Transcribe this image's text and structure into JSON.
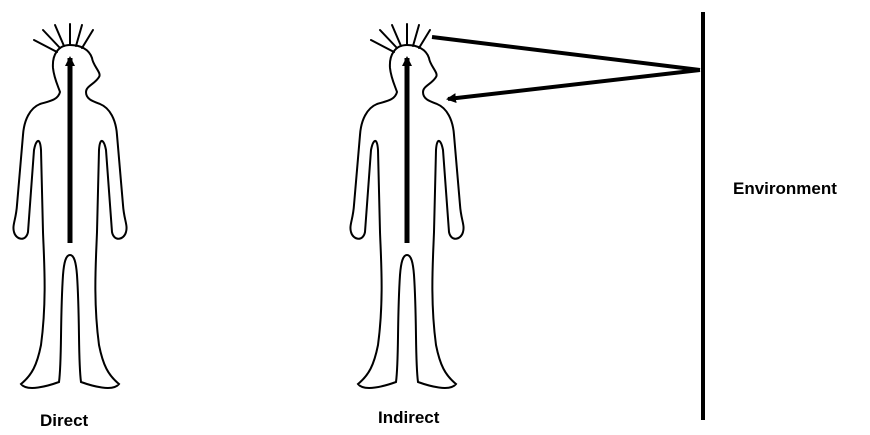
{
  "labels": {
    "direct": "Direct",
    "indirect": "Indirect",
    "environment": "Environment"
  },
  "colors": {
    "ink": "#000000",
    "background": "#ffffff"
  }
}
